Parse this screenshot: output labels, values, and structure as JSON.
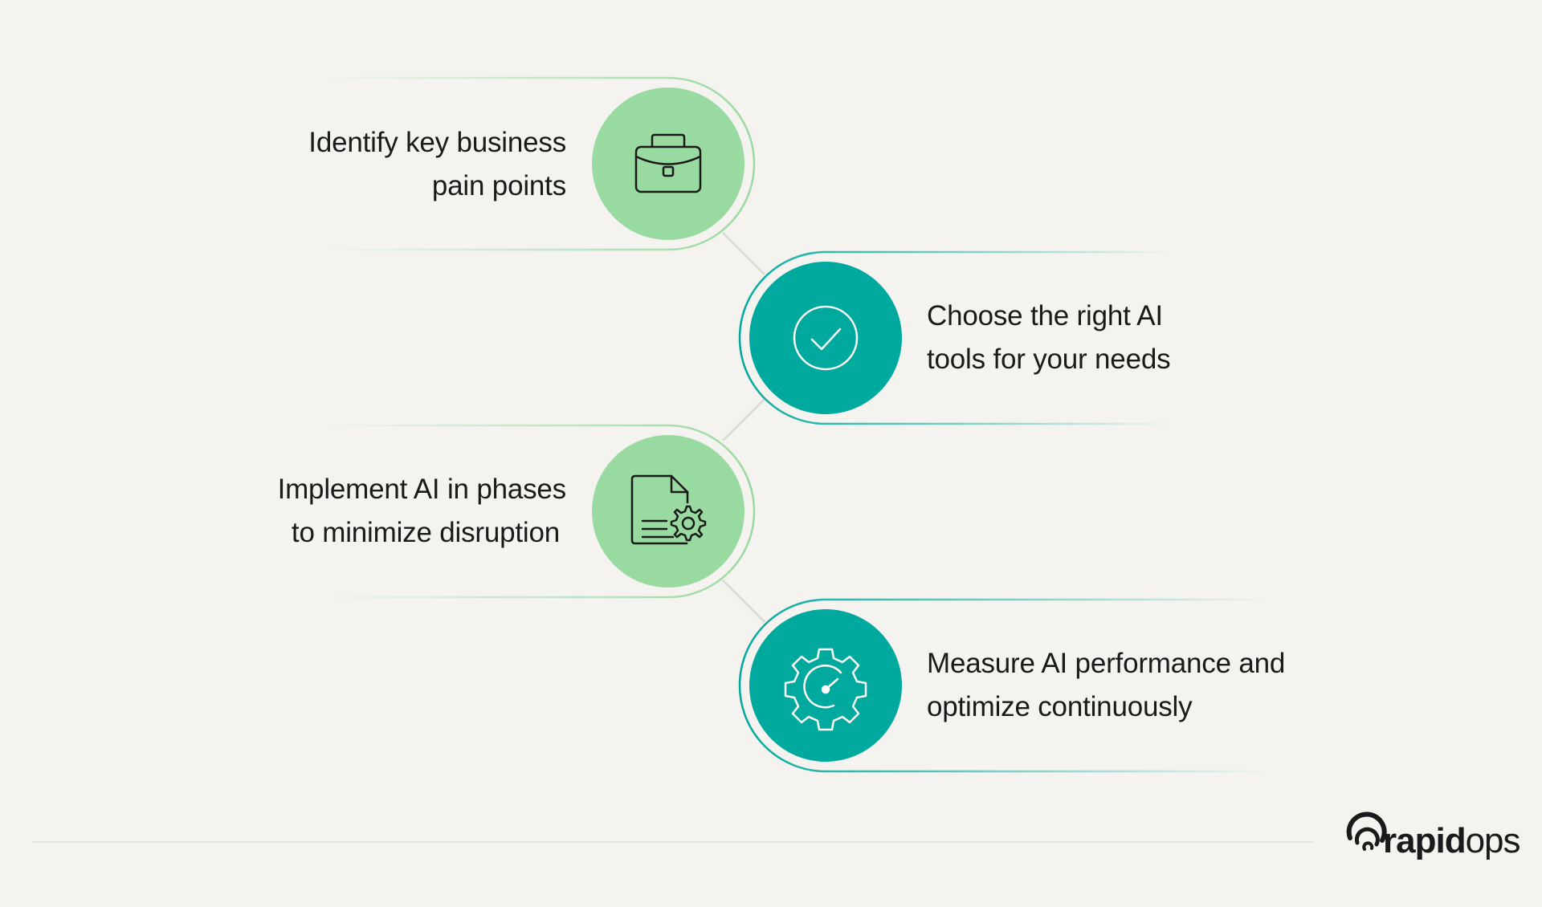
{
  "steps": [
    {
      "line1": "Identify key business",
      "line2": "pain points",
      "icon": "briefcase-icon",
      "color": "#98DA9F",
      "side": "left"
    },
    {
      "line1": "Choose the right AI",
      "line2": "tools for your needs",
      "icon": "check-circle-icon",
      "color": "#00A99D",
      "side": "right"
    },
    {
      "line1": "Implement AI in phases",
      "line2": "to minimize disruption",
      "icon": "document-gear-icon",
      "color": "#98DA9F",
      "side": "left"
    },
    {
      "line1": "Measure AI performance and",
      "line2": "optimize continuously",
      "icon": "gear-gauge-icon",
      "color": "#00A99D",
      "side": "right"
    }
  ],
  "logo": {
    "bold": "rapid",
    "light": "ops",
    "icon": "rapidops-logo-icon"
  },
  "colors": {
    "background": "#F4F3EF",
    "green": "#98DA9F",
    "teal": "#00A99D",
    "text": "#1A1A1A"
  }
}
